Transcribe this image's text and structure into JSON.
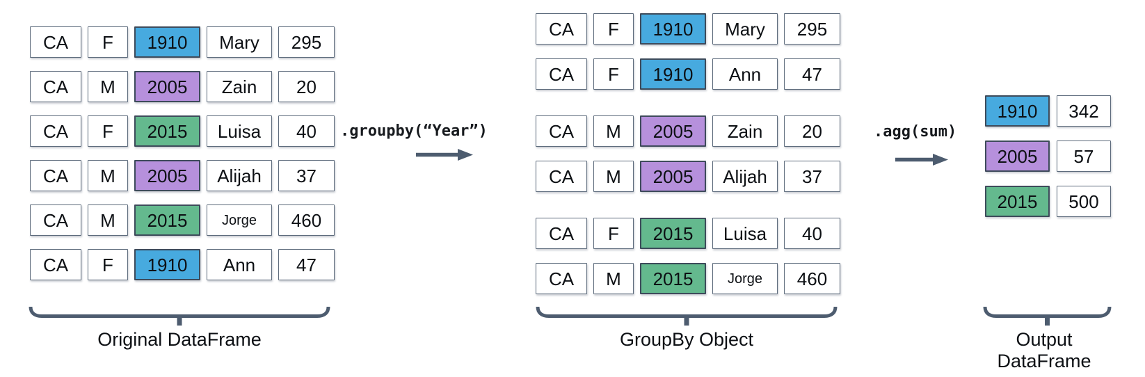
{
  "labels": {
    "groupby_code": ".groupby(“Year”)",
    "agg_code": ".agg(sum)",
    "caption_original": "Original DataFrame",
    "caption_groupby": "GroupBy Object",
    "caption_output": "Output DataFrame"
  },
  "colors": {
    "year_1910": "#47aadf",
    "year_2005": "#b690dc",
    "year_2015": "#64b98e",
    "accent": "#4d5c6f"
  },
  "original_dataframe": {
    "rows": [
      {
        "state": "CA",
        "sex": "F",
        "year": "1910",
        "name": "Mary",
        "count": "295",
        "name_small": false
      },
      {
        "state": "CA",
        "sex": "M",
        "year": "2005",
        "name": "Zain",
        "count": "20",
        "name_small": false
      },
      {
        "state": "CA",
        "sex": "F",
        "year": "2015",
        "name": "Luisa",
        "count": "40",
        "name_small": false
      },
      {
        "state": "CA",
        "sex": "M",
        "year": "2005",
        "name": "Alijah",
        "count": "37",
        "name_small": false
      },
      {
        "state": "CA",
        "sex": "M",
        "year": "2015",
        "name": "Jorge",
        "count": "460",
        "name_small": true
      },
      {
        "state": "CA",
        "sex": "F",
        "year": "1910",
        "name": "Ann",
        "count": "47",
        "name_small": false
      }
    ]
  },
  "groupby_object": {
    "groups": [
      {
        "year": "1910",
        "rows": [
          {
            "state": "CA",
            "sex": "F",
            "year": "1910",
            "name": "Mary",
            "count": "295",
            "name_small": false
          },
          {
            "state": "CA",
            "sex": "F",
            "year": "1910",
            "name": "Ann",
            "count": "47",
            "name_small": false
          }
        ]
      },
      {
        "year": "2005",
        "rows": [
          {
            "state": "CA",
            "sex": "M",
            "year": "2005",
            "name": "Zain",
            "count": "20",
            "name_small": false
          },
          {
            "state": "CA",
            "sex": "M",
            "year": "2005",
            "name": "Alijah",
            "count": "37",
            "name_small": false
          }
        ]
      },
      {
        "year": "2015",
        "rows": [
          {
            "state": "CA",
            "sex": "F",
            "year": "2015",
            "name": "Luisa",
            "count": "40",
            "name_small": false
          },
          {
            "state": "CA",
            "sex": "M",
            "year": "2015",
            "name": "Jorge",
            "count": "460",
            "name_small": true
          }
        ]
      }
    ]
  },
  "output_dataframe": {
    "rows": [
      {
        "year": "1910",
        "sum": "342"
      },
      {
        "year": "2005",
        "sum": "57"
      },
      {
        "year": "2015",
        "sum": "500"
      }
    ]
  }
}
